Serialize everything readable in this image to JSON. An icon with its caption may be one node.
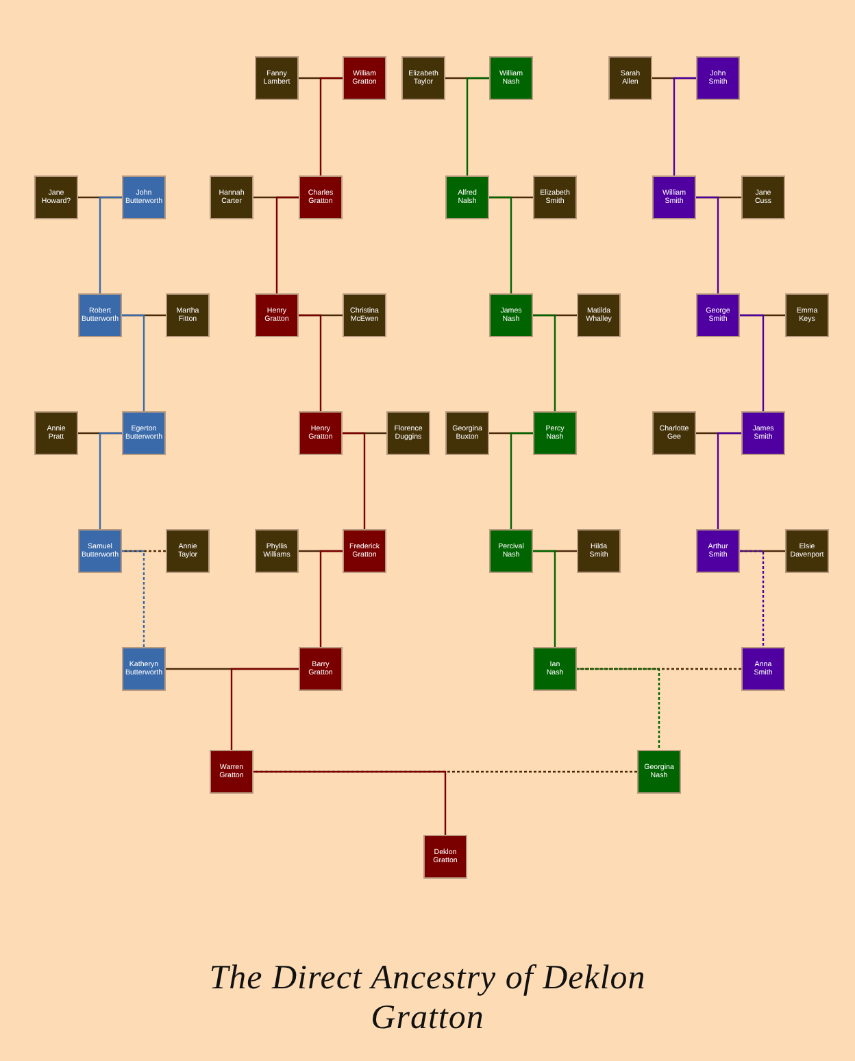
{
  "diagram": {
    "title": "The Direct Ancestry of Deklon Gratton",
    "nodes": [
      {
        "text": [
          "Fanny Lambert"
        ]
      },
      {
        "text": [
          "William Gratton"
        ]
      },
      {
        "text": [
          "Elizabeth Taylor"
        ]
      },
      {
        "text": [
          "William Nash"
        ]
      },
      {
        "text": [
          "Sarah Allen"
        ]
      },
      {
        "text": [
          "John Smith"
        ]
      },
      {
        "text": [
          "Jane Howard?"
        ]
      },
      {
        "text": [
          "John Butterworth"
        ]
      },
      {
        "text": [
          "Hannah Carter"
        ]
      },
      {
        "text": [
          "Charles Gratton"
        ]
      },
      {
        "text": [
          "Alfred Nalsh"
        ]
      },
      {
        "text": [
          "Elizabeth Smith"
        ]
      },
      {
        "text": [
          "William Smith"
        ]
      },
      {
        "text": [
          "Jane Cuss"
        ]
      },
      {
        "text": [
          "Robert Butterworth"
        ]
      },
      {
        "text": [
          "Martha Fitton"
        ]
      },
      {
        "text": [
          "Henry Gratton"
        ]
      },
      {
        "text": [
          "Christina McEwen"
        ]
      },
      {
        "text": [
          "James Nash"
        ]
      },
      {
        "text": [
          "Matilda Whalley"
        ]
      },
      {
        "text": [
          "George Smith"
        ]
      },
      {
        "text": [
          "Emma Keys"
        ]
      },
      {
        "text": [
          "Annie Pratt"
        ]
      },
      {
        "text": [
          "Egerton Butterworth"
        ]
      },
      {
        "text": [
          "Henry Gratton"
        ]
      },
      {
        "text": [
          "Florence Duggins"
        ]
      },
      {
        "text": [
          "Georgina Buxton"
        ]
      },
      {
        "text": [
          "Percy Nash"
        ]
      },
      {
        "text": [
          "Charlotte Gee"
        ]
      },
      {
        "text": [
          "James Smith"
        ]
      },
      {
        "text": [
          "Samuel Butterworth"
        ]
      },
      {
        "text": [
          "Annie Taylor"
        ]
      },
      {
        "text": [
          "Phyllis Williams"
        ]
      },
      {
        "text": [
          "Frederick Gratton"
        ]
      },
      {
        "text": [
          "Percival Nash"
        ]
      },
      {
        "text": [
          "Hilda Smith"
        ]
      },
      {
        "text": [
          "Arthur Smith"
        ]
      },
      {
        "text": [
          "Elsie Davenport"
        ]
      },
      {
        "text": [
          "Katheryn Butterworth"
        ]
      },
      {
        "text": [
          "Barry Gratton"
        ]
      },
      {
        "text": [
          "Ian Nash"
        ]
      },
      {
        "text": [
          "Anna Smith"
        ]
      },
      {
        "text": [
          "Warren Gratton"
        ]
      },
      {
        "text": [
          "Georgina Nash"
        ]
      },
      {
        "text": [
          "Deklon Gratton"
        ]
      }
    ],
    "edges": [
      {
        "from": 0,
        "to": 1,
        "arrow": "none"
      },
      {
        "from": 1,
        "to": 9,
        "arrow": "none",
        "color": "#7a0000"
      },
      {
        "from": 2,
        "to": 3,
        "arrow": "none"
      },
      {
        "from": 3,
        "to": 10,
        "arrow": "none",
        "color": "#006400"
      },
      {
        "from": 4,
        "to": 5,
        "arrow": "none"
      },
      {
        "from": 5,
        "to": 12,
        "arrow": "none",
        "color": "#5000a0"
      },
      {
        "from": 6,
        "to": 7,
        "arrow": "none"
      },
      {
        "from": 7,
        "to": 14,
        "arrow": "none",
        "color": "#3a6aaa"
      },
      {
        "from": 8,
        "to": 9,
        "arrow": "none"
      },
      {
        "from": 9,
        "to": 16,
        "arrow": "none",
        "color": "#7a0000"
      },
      {
        "from": 11,
        "to": 10,
        "arrow": "none"
      },
      {
        "from": 10,
        "to": 18,
        "arrow": "none",
        "color": "#006400"
      },
      {
        "from": 13,
        "to": 12,
        "arrow": "none"
      },
      {
        "from": 12,
        "to": 20,
        "arrow": "none",
        "color": "#5000a0"
      },
      {
        "from": 15,
        "to": 14,
        "arrow": "none"
      },
      {
        "from": 14,
        "to": 23,
        "arrow": "none",
        "color": "#3a6aaa"
      },
      {
        "from": 17,
        "to": 16,
        "arrow": "none"
      },
      {
        "from": 16,
        "to": 24,
        "arrow": "none",
        "color": "#7a0000"
      },
      {
        "from": 19,
        "to": 18,
        "arrow": "none"
      },
      {
        "from": 18,
        "to": 27,
        "arrow": "none",
        "color": "#006400"
      },
      {
        "from": 21,
        "to": 20,
        "arrow": "none"
      },
      {
        "from": 20,
        "to": 29,
        "arrow": "none",
        "color": "#5000a0"
      },
      {
        "from": 22,
        "to": 23,
        "arrow": "none"
      },
      {
        "from": 23,
        "to": 30,
        "arrow": "none",
        "color": "#3a6aaa"
      },
      {
        "from": 25,
        "to": 24,
        "arrow": "none"
      },
      {
        "from": 24,
        "to": 33,
        "arrow": "none",
        "color": "#7a0000"
      },
      {
        "from": 26,
        "to": 27,
        "arrow": "none"
      },
      {
        "from": 27,
        "to": 34,
        "arrow": "none",
        "color": "#006400"
      },
      {
        "from": 28,
        "to": 29,
        "arrow": "none"
      },
      {
        "from": 29,
        "to": 36,
        "arrow": "none",
        "color": "#5000a0"
      },
      {
        "from": 31,
        "to": 30,
        "arrow": "none",
        "style": "dashed"
      },
      {
        "from": 30,
        "to": 38,
        "arrow": "none",
        "color": "#3a6aaa",
        "style": "dashed"
      },
      {
        "from": 32,
        "to": 33,
        "arrow": "none"
      },
      {
        "from": 33,
        "to": 39,
        "arrow": "none",
        "color": "#7a0000"
      },
      {
        "from": 35,
        "to": 34,
        "arrow": "none"
      },
      {
        "from": 34,
        "to": 40,
        "arrow": "none",
        "color": "#006400"
      },
      {
        "from": 37,
        "to": 36,
        "arrow": "none"
      },
      {
        "from": 36,
        "to": 41,
        "arrow": "none",
        "color": "#5000a0",
        "style": "dashed"
      },
      {
        "from": 38,
        "to": 39,
        "arrow": "none"
      },
      {
        "from": 39,
        "to": 42,
        "arrow": "none",
        "color": "#7a0000"
      },
      {
        "from": 41,
        "to": 40,
        "arrow": "none",
        "style": "dashed"
      },
      {
        "from": 40,
        "to": 43,
        "arrow": "none",
        "color": "#006400",
        "style": "dashed"
      },
      {
        "from": 43,
        "to": 42,
        "arrow": "none",
        "style": "dashed"
      },
      {
        "from": 42,
        "to": 44,
        "arrow": "none",
        "color": "#7a0000"
      }
    ]
  }
}
